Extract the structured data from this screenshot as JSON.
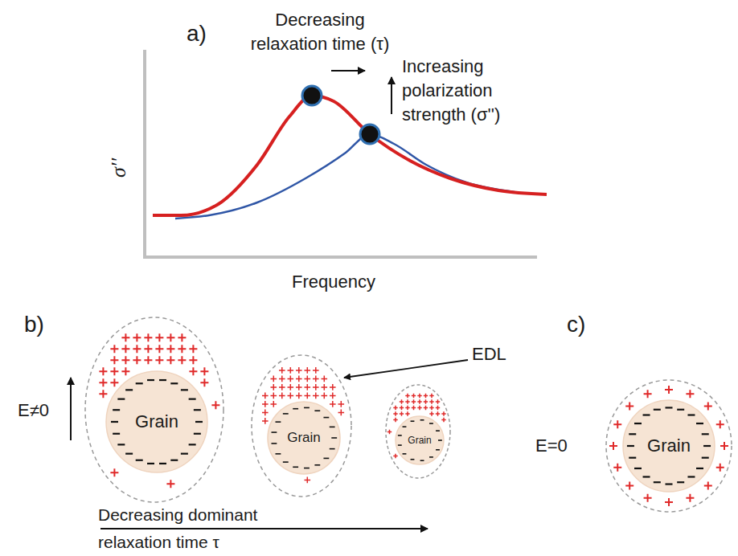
{
  "diagram": {
    "nodes": [
      {
        "text": [
          "Grain"
        ]
      },
      {
        "text": [
          "Grain"
        ]
      },
      {
        "text": [
          "Grain"
        ]
      },
      {
        "text": [
          "Grain"
        ]
      }
    ],
    "labels": [
      "a)",
      "σ''",
      "Decreasing relaxation time (τ)",
      "Increasing polarization strength (σ'')",
      "Frequency",
      "b)",
      "EDL",
      "E≠0",
      "c)",
      "E=0",
      "Decreasing dominant relaxation time τ"
    ]
  }
}
